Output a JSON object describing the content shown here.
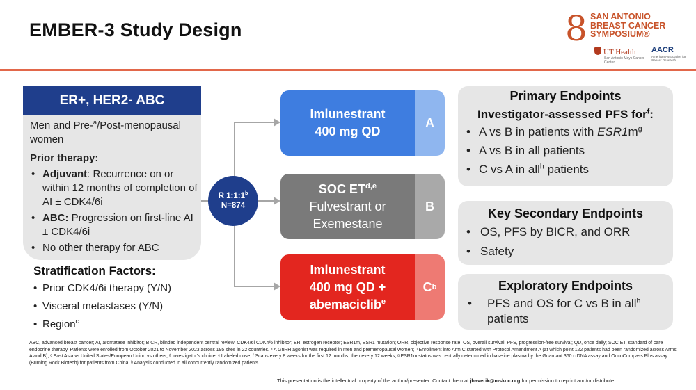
{
  "title": "EMBER-3 Study Design",
  "logo": {
    "line1": "SAN ANTONIO",
    "line2": "BREAST CANCER",
    "line3": "SYMPOSIUM®",
    "ut_health": "UT Health",
    "ut_sub": "San Antonio Mays Cancer Center",
    "aacr": "AACR",
    "aacr_sub": "American Association for Cancer Research"
  },
  "population": {
    "header": "ER+, HER2- ABC",
    "line1_pre": "Men and Pre-",
    "line1_sup": "a",
    "line1_post": "/Post-menopausal women",
    "prior_title": "Prior therapy:",
    "bullets": {
      "adjuvant_label": "Adjuvant",
      "adjuvant_text": ": Recurrence on or within 12 months of completion of AI ± CDK4/6i",
      "abc_label": "ABC:",
      "abc_text": " Progression on first-line AI ± CDK4/6i",
      "other": "No other therapy for ABC"
    }
  },
  "stratification": {
    "title": "Stratification Factors:",
    "items": [
      "Prior CDK4/6i therapy (Y/N)",
      "Visceral metastases (Y/N)",
      "Region"
    ],
    "region_sup": "c"
  },
  "randomization": {
    "ratio": "R 1:1:1",
    "ratio_sup": "b",
    "n": "N=874"
  },
  "arms": {
    "a": {
      "line1": "Imlunestrant",
      "line2": "400 mg QD",
      "letter": "A"
    },
    "b": {
      "line1": "SOC ET",
      "line1_sup": "d,e",
      "line2": "Fulvestrant or",
      "line3": "Exemestane",
      "letter": "B"
    },
    "c": {
      "line1": "Imlunestrant",
      "line2": "400 mg QD +",
      "line3": "abemaciclib",
      "line3_sup": "e",
      "letter": "C",
      "letter_sup": "b"
    }
  },
  "primary": {
    "title": "Primary Endpoints",
    "sub": "Investigator-assessed PFS for",
    "sub_sup": "f",
    "sub_tail": ":",
    "items": {
      "i1_pre": "A vs B in patients with ",
      "i1_ital": "ESR1",
      "i1_m": "m",
      "i1_sup": "g",
      "i2": "A vs B in all patients",
      "i3_pre": "C vs A in all",
      "i3_sup": "h",
      "i3_post": " patients"
    }
  },
  "secondary": {
    "title": "Key Secondary Endpoints",
    "items": [
      "OS, PFS by BICR, and ORR",
      "Safety"
    ]
  },
  "exploratory": {
    "title": "Exploratory Endpoints",
    "item_pre": "PFS and OS for C vs B in all",
    "item_sup": "h",
    "item_post": " patients"
  },
  "footnote": "ABC, advanced breast cancer; AI, aromatase inhibitor; BICR, blinded independent central review; CDK4/6i CDK4/6 inhibitor; ER, estrogen receptor; ESR1m, ESR1 mutation; ORR, objective response rate; OS, overall survival; PFS, progression-free survival; QD, once daily; SOC ET, standard of care endocrine therapy. Patients were enrolled from October 2021 to November 2023 across 195 sites in 22 countries. ᵃ A GnRH agonist was required in men and premenopausal women; ᵇ Enrollment into Arm C started with Protocol Amendment A (at which point 122 patients had been randomized across Arms A and B); ᶜ East Asia vs United States/European Union vs others; ᵈ Investigator's choice; ᵉ Labeled dose; ᶠ Scans every 8 weeks for the first 12 months, then every 12 weeks; ᵍ ESR1m status was centrally determined in baseline plasma by the Guardant 360 ctDNA assay and OncoCompass Plus assay (Burning Rock Biotech) for patients from China; ʰ Analysis conducted in all concurrently randomized patients.",
  "footer": {
    "pre": "This presentation is the intellectual property of the author/presenter. Contact them at ",
    "email": "jhaverik@mskcc.org",
    "post": " for permission to reprint and/or distribute."
  },
  "colors": {
    "accent_rule": "#e2674a",
    "navy": "#1f3e8c",
    "arm_a": "#3e7de0",
    "arm_b": "#7a7a7a",
    "arm_c": "#e3261f"
  }
}
